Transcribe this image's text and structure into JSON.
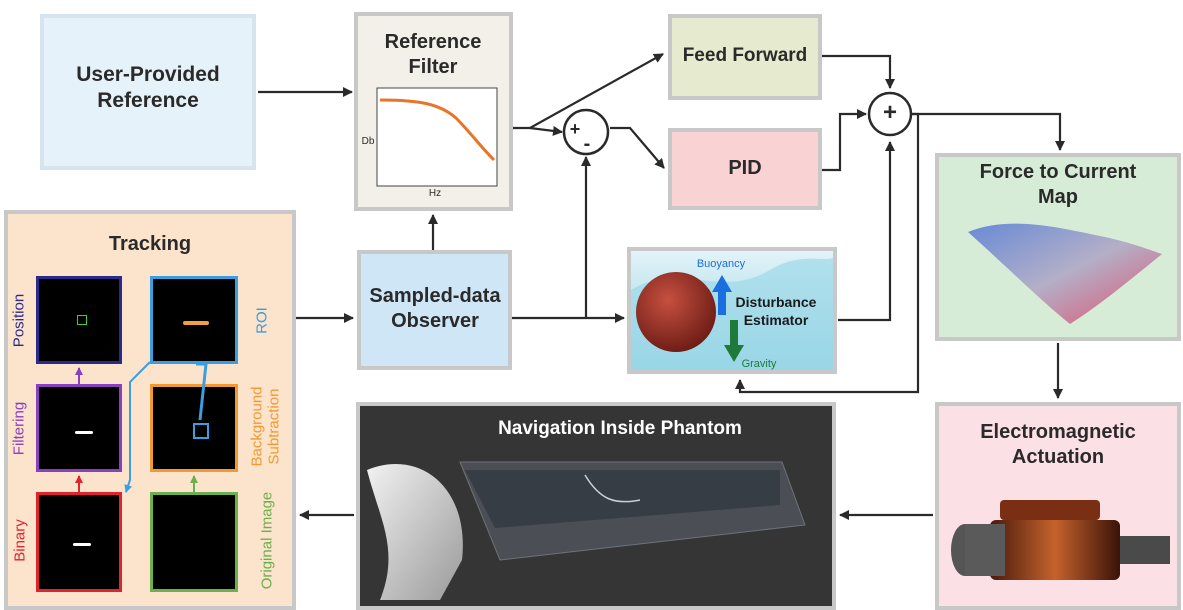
{
  "blocks": {
    "user_reference": "User-Provided Reference",
    "reference_filter": "Reference Filter",
    "feed_forward": "Feed Forward",
    "pid": "PID",
    "force_to_current": "Force to Current Map",
    "tracking": "Tracking",
    "observer": "Sampled-data Observer",
    "disturbance": "Disturbance Estimator",
    "navigation": "Navigation Inside Phantom",
    "actuation": "Electromagnetic Actuation"
  },
  "filter_plot": {
    "ylabel": "Db",
    "xlabel": "Hz"
  },
  "summing": {
    "plus": "+",
    "minus": "-",
    "sum_symbol": "+"
  },
  "disturbance_labels": {
    "buoyancy": "Buoyancy",
    "gravity": "Gravity"
  },
  "tracking_panels": {
    "position": "Position",
    "roi": "ROI",
    "filtering": "Filtering",
    "background_subtraction": "Background Subtraction",
    "binary": "Binary",
    "original_image": "Original Image"
  },
  "colors": {
    "user_reference_bg": "#e6f2fa",
    "filter_bg": "#f3efe9",
    "feed_forward_bg": "#e6ebcf",
    "pid_bg": "#f9d2d4",
    "force_bg": "#d6ecd6",
    "tracking_bg": "#fce3cc",
    "observer_bg": "#cfe6f6",
    "navigation_bg": "#353535",
    "actuation_bg": "#fbe1e6",
    "position_border": "#2a2a8c",
    "roi_border": "#3a9ee0",
    "filtering_border": "#8a3fbf",
    "background_border": "#f09a30",
    "binary_border": "#e0242c",
    "original_border": "#6ab04c"
  }
}
